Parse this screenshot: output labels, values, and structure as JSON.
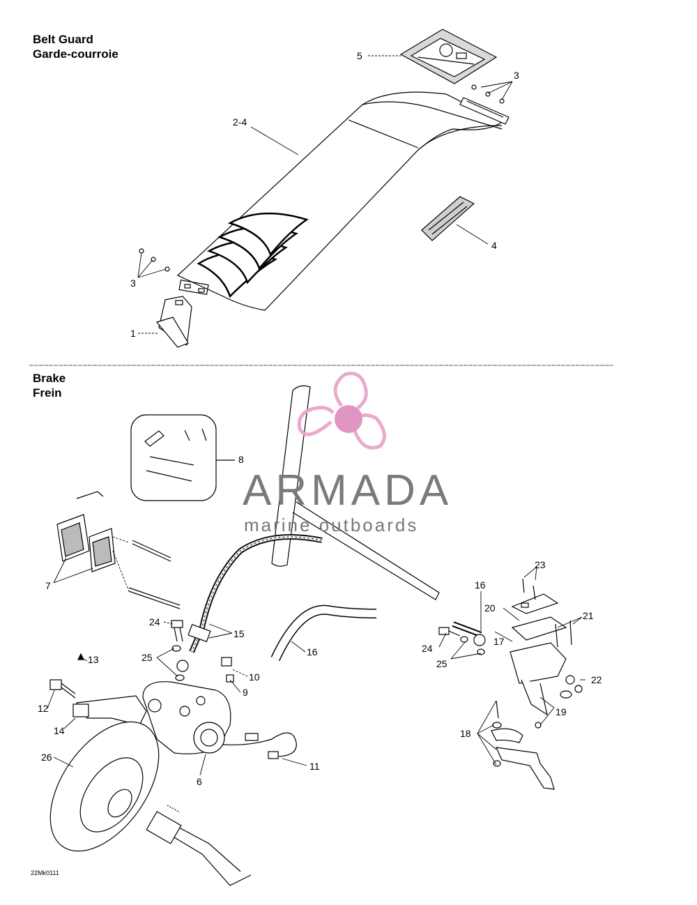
{
  "sections": {
    "belt_guard": {
      "title_en": "Belt Guard",
      "title_fr": "Garde-courroie"
    },
    "brake": {
      "title_en": "Brake",
      "title_fr": "Frein"
    }
  },
  "callouts": {
    "belt_guard": [
      "5",
      "3",
      "2-4",
      "4",
      "3",
      "1"
    ],
    "brake": [
      "8",
      "7",
      "24",
      "15",
      "13",
      "25",
      "16",
      "10",
      "9",
      "12",
      "14",
      "26",
      "6",
      "11",
      "23",
      "16",
      "20",
      "21",
      "17",
      "24",
      "25",
      "22",
      "19",
      "18"
    ]
  },
  "diagram_code": "22Mk0111",
  "watermark": {
    "name": "ARMADA",
    "tagline": "marine outboards",
    "colors": {
      "logo_pink": "#e8a6c9",
      "logo_pink_dark": "#e090bf",
      "text_gray": "#7a7a7a"
    }
  },
  "colors": {
    "line": "#000000",
    "background": "#ffffff"
  }
}
